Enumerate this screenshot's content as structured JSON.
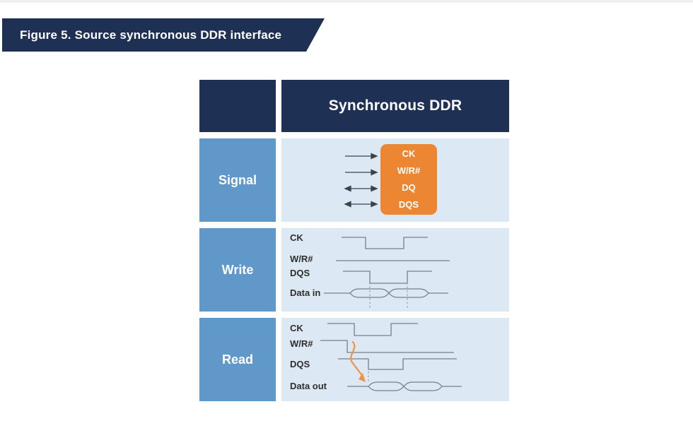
{
  "figure": {
    "caption": "Figure 5. Source synchronous DDR interface"
  },
  "table": {
    "header_title": "Synchronous DDR",
    "rows": [
      {
        "label": "Signal"
      },
      {
        "label": "Write",
        "signals": [
          "CK",
          "W/R#",
          "DQS",
          "Data in"
        ]
      },
      {
        "label": "Read",
        "signals": [
          "CK",
          "W/R#",
          "DQS",
          "Data out"
        ]
      }
    ]
  },
  "signal_diagram": {
    "box_signals": [
      "CK",
      "W/R#",
      "DQ",
      "DQS"
    ],
    "arrow_directions": [
      "right",
      "right",
      "bidirectional",
      "bidirectional"
    ]
  },
  "colors": {
    "navy": "#1e3155",
    "blue": "#6098ca",
    "light_blue": "#dce8f4",
    "orange": "#ed8633",
    "wave_stroke": "#74818d",
    "arrow_orange": "#f0923f"
  }
}
